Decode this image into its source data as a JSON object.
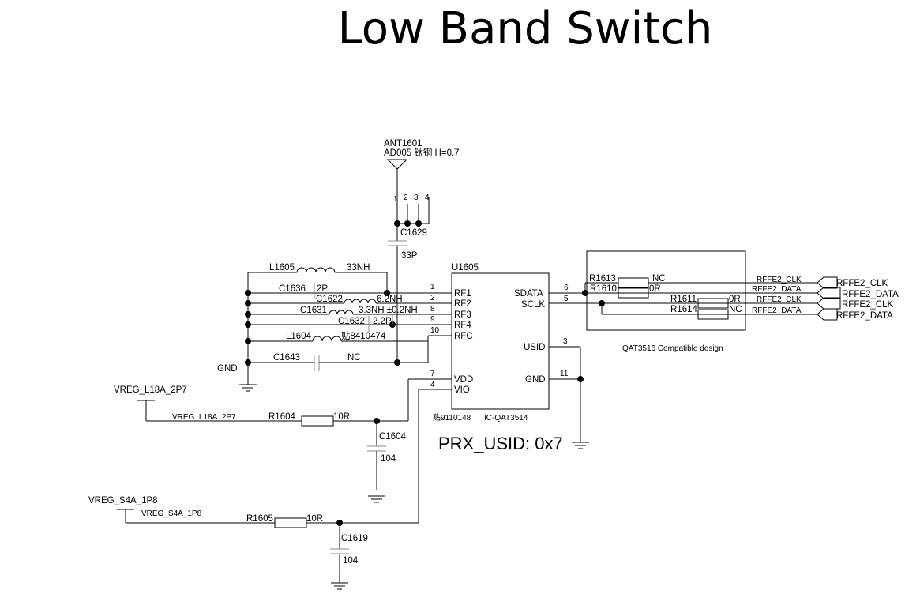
{
  "title": "Low Band Switch",
  "antenna": {
    "ref": "ANT1601",
    "desc": "AD005 钛铜 H=0.7",
    "pins": [
      "1",
      "2",
      "3",
      "4"
    ]
  },
  "ic": {
    "ref": "U1605",
    "part": "IC-QAT3514",
    "stock": "贴9110148",
    "pins_left": [
      {
        "num": "1",
        "name": "RF1"
      },
      {
        "num": "2",
        "name": "RF2"
      },
      {
        "num": "8",
        "name": "RF3"
      },
      {
        "num": "9",
        "name": "RF4"
      },
      {
        "num": "10",
        "name": "RFC"
      },
      {
        "num": "7",
        "name": "VDD"
      },
      {
        "num": "4",
        "name": "VIO"
      }
    ],
    "pins_right": [
      {
        "num": "6",
        "name": "SDATA"
      },
      {
        "num": "5",
        "name": "SCLK"
      },
      {
        "num": "3",
        "name": "USID"
      },
      {
        "num": "11",
        "name": "GND"
      }
    ]
  },
  "usid_note": "PRX_USID: 0x7",
  "components": {
    "c1629": {
      "ref": "C1629",
      "value": "33P"
    },
    "l1605": {
      "ref": "L1605",
      "value": "33NH"
    },
    "c1636": {
      "ref": "C1636",
      "value": "2P"
    },
    "c1622": {
      "ref": "C1622",
      "value": "6.2NH"
    },
    "c1631": {
      "ref": "C1631",
      "value": "3.3NH ±0.2NH"
    },
    "c1632": {
      "ref": "C1632",
      "value": "2.2P"
    },
    "l1604": {
      "ref": "L1604",
      "value": "贴8410474"
    },
    "c1643": {
      "ref": "C1643",
      "value": "NC"
    },
    "r1604": {
      "ref": "R1604",
      "value": "10R"
    },
    "c1604": {
      "ref": "C1604",
      "value": "104"
    },
    "r1605": {
      "ref": "R1605",
      "value": "10R"
    },
    "c1619": {
      "ref": "C1619",
      "value": "104"
    },
    "r1613": {
      "ref": "R1613",
      "value": "NC"
    },
    "r1610": {
      "ref": "R1610",
      "value": "0R"
    },
    "r1611": {
      "ref": "R1611",
      "value": "0R"
    },
    "r1614": {
      "ref": "R1614",
      "value": "NC"
    }
  },
  "gnd_label": "GND",
  "vreg_l18a": {
    "port": "VREG_L18A_2P7",
    "net": "VREG_L18A_2P7"
  },
  "vreg_s4a": {
    "port": "VREG_S4A_1P8",
    "net": "VREG_S4A_1P8"
  },
  "compat_box_label": "QAT3516 Compatible design",
  "nets_inner": [
    "RFFE2_CLK",
    "RFFE2_DATA",
    "RFFE2_CLK",
    "RFFE2_DATA"
  ],
  "ports_out": [
    "RFFE2_CLK",
    "RFFE2_DATA",
    "RFFE2_CLK",
    "RFFE2_DATA"
  ]
}
